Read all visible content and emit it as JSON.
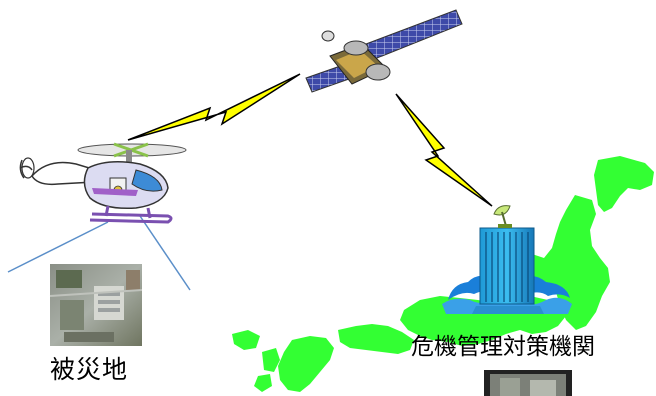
{
  "labels": {
    "disaster_site": "被災地",
    "crisis_agency": "危機管理対策機関"
  },
  "colors": {
    "japan_land": "#33ff33",
    "lightning": "#ffff00",
    "building": "#1aa3d9",
    "wave": "#1a7fd9",
    "view_lines": "#5b8fc9"
  },
  "icons": {
    "satellite": "satellite-icon",
    "helicopter": "helicopter-icon",
    "building": "building-icon",
    "dish": "satellite-dish-icon",
    "map": "japan-map",
    "photo_disaster": "aerial-photo-icon",
    "photo_agency": "monitor-photo-icon"
  }
}
